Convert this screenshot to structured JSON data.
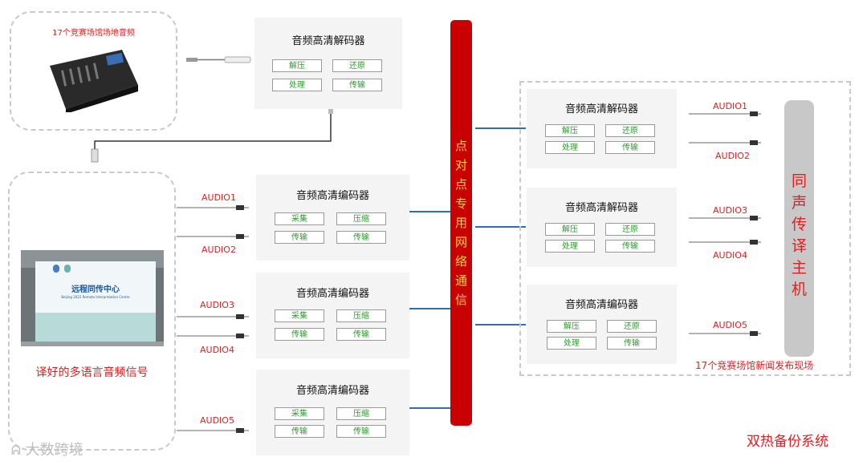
{
  "top_venue": {
    "label": "17个竞赛场馆场地音频"
  },
  "top_decoder": {
    "title": "音频高清解码器",
    "tags": [
      "解压",
      "还原",
      "处理",
      "传输"
    ]
  },
  "encoders": [
    {
      "title": "音频高清编码器",
      "tags": [
        "采集",
        "压缩",
        "传输",
        "传输"
      ],
      "inputs": [
        "AUDIO1",
        "AUDIO2"
      ]
    },
    {
      "title": "音频高清编码器",
      "tags": [
        "采集",
        "压缩",
        "传输",
        "传输"
      ],
      "inputs": [
        "AUDIO3",
        "AUDIO4"
      ]
    },
    {
      "title": "音频高清编码器",
      "tags": [
        "采集",
        "压缩",
        "传输",
        "传输"
      ],
      "inputs": [
        "AUDIO5"
      ]
    }
  ],
  "center": {
    "sign_title": "远程同传中心",
    "sign_subtitle": "Beijing 2022 Remote Interpretation Centre",
    "caption": "译好的多语言音频信号"
  },
  "backbone": {
    "label": "点对点专用网络通信"
  },
  "right_units": [
    {
      "title": "音频高清解码器",
      "tags": [
        "解压",
        "还原",
        "处理",
        "传输"
      ],
      "outputs": [
        "AUDIO1",
        "AUDIO2"
      ]
    },
    {
      "title": "音频高清解码器",
      "tags": [
        "解压",
        "还原",
        "处理",
        "传输"
      ],
      "outputs": [
        "AUDIO3",
        "AUDIO4"
      ]
    },
    {
      "title": "音频高清编码器",
      "tags": [
        "解压",
        "还原",
        "处理",
        "传输"
      ],
      "outputs": [
        "AUDIO5"
      ]
    }
  ],
  "host": {
    "label": "同声传译主机"
  },
  "right_caption": "17个竞赛场馆新闻发布现场",
  "system_label": "双热备份系统",
  "watermark": "大数跨境",
  "colors": {
    "backbone": "#c80000",
    "backbone_text": "#ffd23a",
    "accent_red": "#e02020",
    "tag_green": "#2e9a2e",
    "cable_blue": "#2f6fb0"
  }
}
